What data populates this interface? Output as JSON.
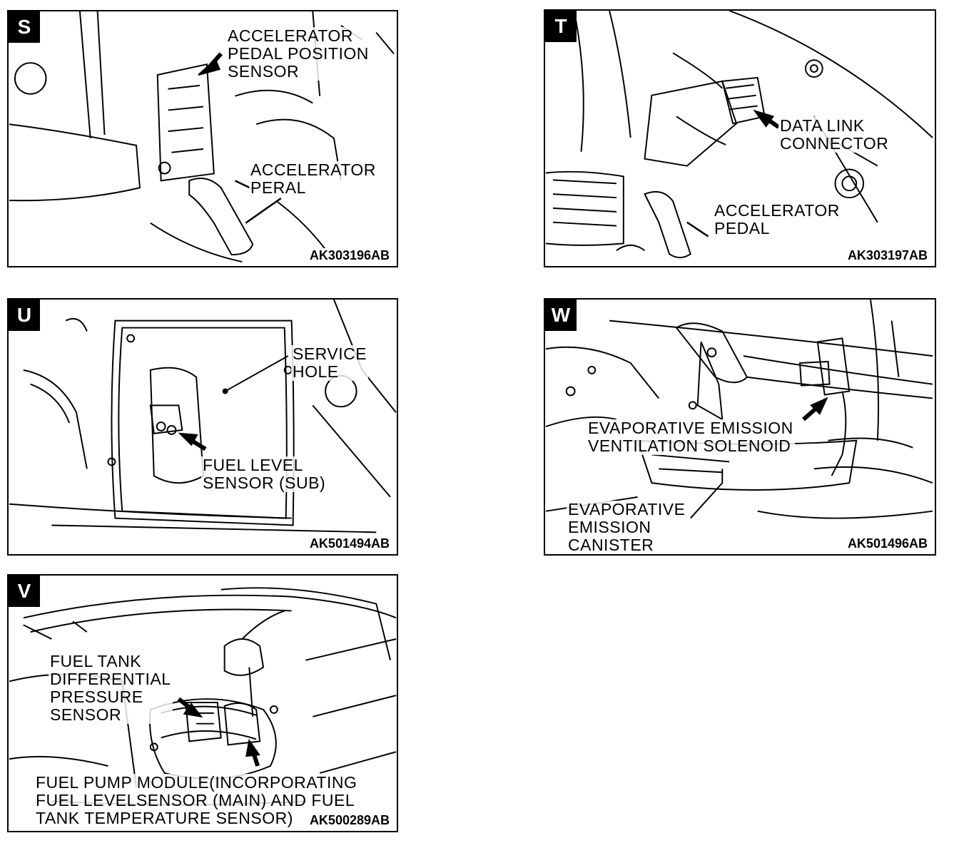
{
  "panels": {
    "S": {
      "letter": "S",
      "labels": {
        "sensor": [
          "ACCELERATOR",
          "PEDAL POSITION",
          "SENSOR"
        ],
        "pedal": [
          "ACCELERATOR",
          "PERAL"
        ]
      },
      "code": "AK303196AB"
    },
    "T": {
      "letter": "T",
      "labels": {
        "connector": [
          "DATA LINK",
          "CONNECTOR"
        ],
        "pedal": [
          "ACCELERATOR",
          "PEDAL"
        ]
      },
      "code": "AK303197AB"
    },
    "U": {
      "letter": "U",
      "labels": {
        "hole": [
          "SERVICE",
          "HOLE"
        ],
        "sensor": [
          "FUEL LEVEL",
          "SENSOR (SUB)"
        ]
      },
      "code": "AK501494AB"
    },
    "W": {
      "letter": "W",
      "labels": {
        "solenoid": [
          "EVAPORATIVE EMISSION",
          "VENTILATION SOLENOID"
        ],
        "canister": [
          "EVAPORATIVE",
          "EMISSION",
          "CANISTER"
        ]
      },
      "code": "AK501496AB"
    },
    "V": {
      "letter": "V",
      "labels": {
        "pressure": [
          "FUEL TANK",
          "DIFFERENTIAL",
          "PRESSURE",
          "SENSOR"
        ],
        "module": [
          "FUEL PUMP MODULE(INCORPORATING",
          "FUEL LEVELSENSOR (MAIN) AND FUEL",
          "TANK TEMPERATURE SENSOR)"
        ]
      },
      "code": "AK500289AB"
    }
  }
}
